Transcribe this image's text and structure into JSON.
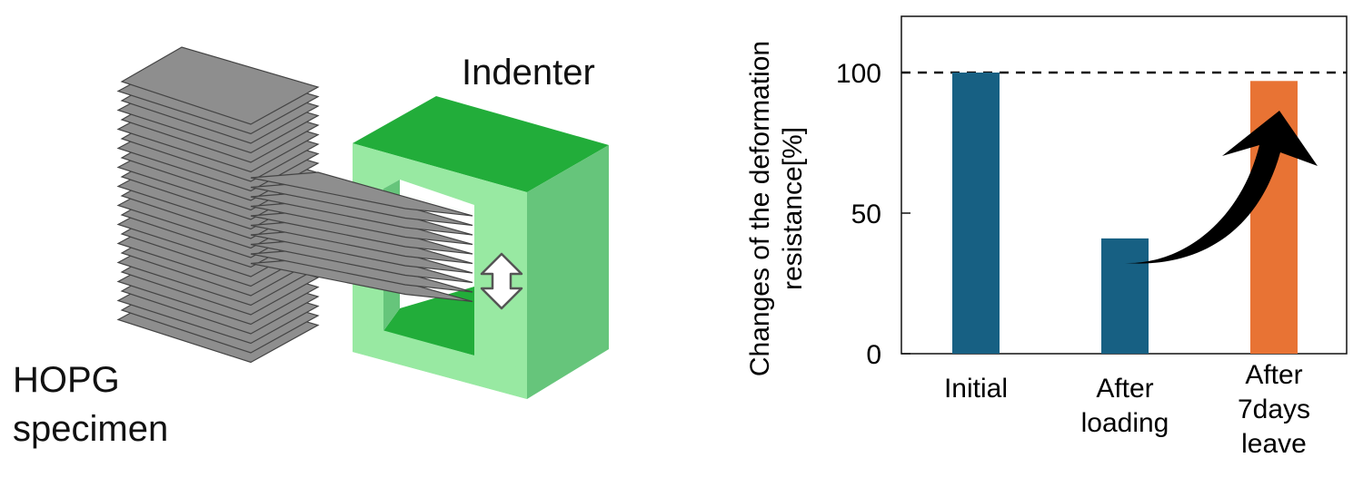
{
  "illustration": {
    "indenter_label": "Indenter",
    "specimen_label": "HOPG\nspecimen",
    "colors": {
      "sheet_fill": "#8e8e8e",
      "sheet_edge": "#444444",
      "indenter_top": "#22ad3a",
      "indenter_front": "#98e9a2",
      "indenter_side": "#66c57b",
      "indenter_inner": "#22ad3a"
    },
    "arrow_icon": "double-vertical-arrow-icon"
  },
  "chart_data": {
    "type": "bar",
    "categories": [
      "Initial",
      "After\nloading",
      "After\n7days\nleave"
    ],
    "values": [
      100,
      41,
      97
    ],
    "colors": [
      "#176083",
      "#176083",
      "#e87334"
    ],
    "ylabel": "Changes of the deformation\nresistance[%]",
    "yticks": [
      0,
      50,
      100
    ],
    "ylim": [
      0,
      120
    ],
    "reference_line": 100,
    "reference_style": "dashed",
    "annotation": "curved recovery arrow from After loading to After 7days leave"
  }
}
